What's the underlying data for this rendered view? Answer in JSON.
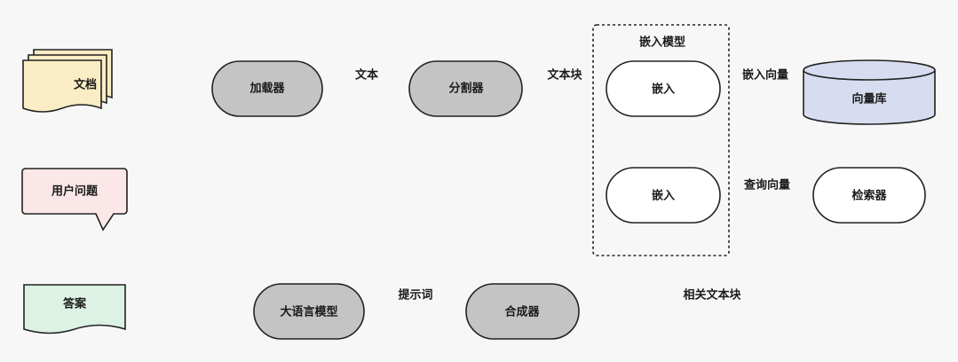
{
  "nodes": {
    "documents": "文档",
    "loader": "加载器",
    "splitter": "分割器",
    "embed_group": "嵌入模型",
    "embed_top": "嵌入",
    "embed_bottom": "嵌入",
    "vector_store": "向量库",
    "user_question": "用户问题",
    "retriever": "检索器",
    "answer": "答案",
    "llm": "大语言模型",
    "synthesizer": "合成器"
  },
  "edges": {
    "text": "文本",
    "chunks": "文本块",
    "embedding_vector": "嵌入向量",
    "query_vector": "查询向量",
    "prompt": "提示词",
    "related_chunks": "相关文本块"
  },
  "colors": {
    "documents_fill": "#faedc4",
    "gray_node_fill": "#c4c4c4",
    "vector_store_fill": "#d8dcf0",
    "question_fill": "#fbe7e7",
    "answer_fill": "#dcf2e4",
    "white_node_fill": "#ffffff",
    "background": "#f7f7f7"
  }
}
